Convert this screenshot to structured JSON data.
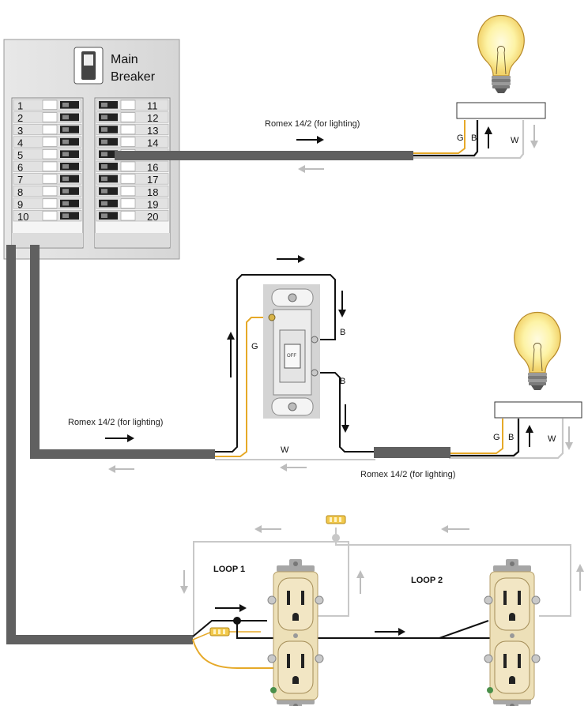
{
  "panel": {
    "main_breaker_line1": "Main",
    "main_breaker_line2": "Breaker",
    "left_numbers": [
      "1",
      "2",
      "3",
      "4",
      "5",
      "6",
      "7",
      "8",
      "9",
      "10"
    ],
    "right_numbers": [
      "11",
      "12",
      "13",
      "14",
      "",
      "16",
      "17",
      "18",
      "19",
      "20"
    ]
  },
  "labels": {
    "romex_top": "Romex 14/2 (for lighting)",
    "romex_mid_left": "Romex 14/2 (for lighting)",
    "romex_mid_right": "Romex 14/2 (for lighting)",
    "loop1": "LOOP 1",
    "loop2": "LOOP 2"
  },
  "wire_letters": {
    "top_g": "G",
    "top_b": "B",
    "top_w": "W",
    "switch_g": "G",
    "switch_b1": "B",
    "switch_b2": "B",
    "mid_w": "W",
    "bulb2_g": "G",
    "bulb2_b": "B",
    "bulb2_w": "W"
  },
  "colors": {
    "cable": "#606060",
    "hot": "#111111",
    "neutral": "#c8c8c8",
    "ground": "#e6a928",
    "arrow_flow": "#111111",
    "arrow_return": "#bdbdbd",
    "bulb_glow": "#fdf3a6",
    "receptacle": "#ede0b8"
  },
  "icons": [
    "breaker-panel-icon",
    "light-bulb-icon",
    "light-switch-icon",
    "duplex-receptacle-icon",
    "wire-nut-icon"
  ]
}
